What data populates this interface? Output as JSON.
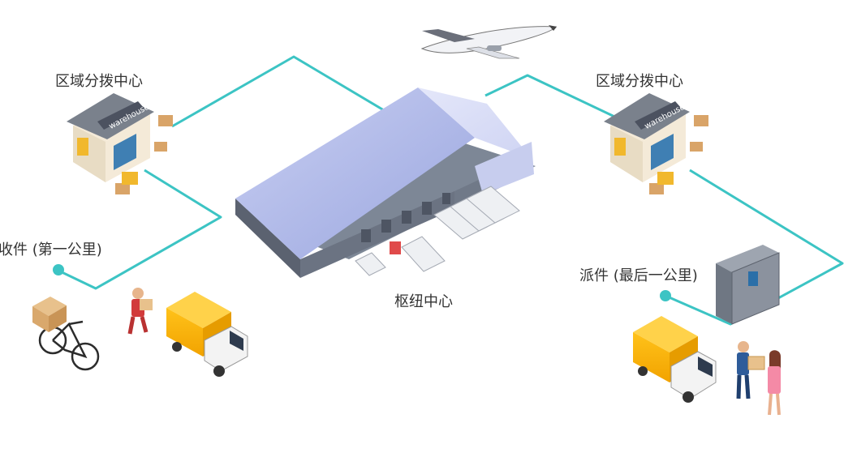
{
  "labels": {
    "regional_left": "区域分拨中心",
    "regional_right": "区域分拨中心",
    "first_mile": "收件 (第一公里)",
    "last_mile": "派件 (最后一公里)",
    "hub": "枢纽中心"
  },
  "warehouse_sign": "warehouse",
  "colors": {
    "route_line": "#3cc4c4",
    "truck_cargo": "#f7b500",
    "roof": "#a9b4e6",
    "node_dot": "#3cc4c4"
  }
}
